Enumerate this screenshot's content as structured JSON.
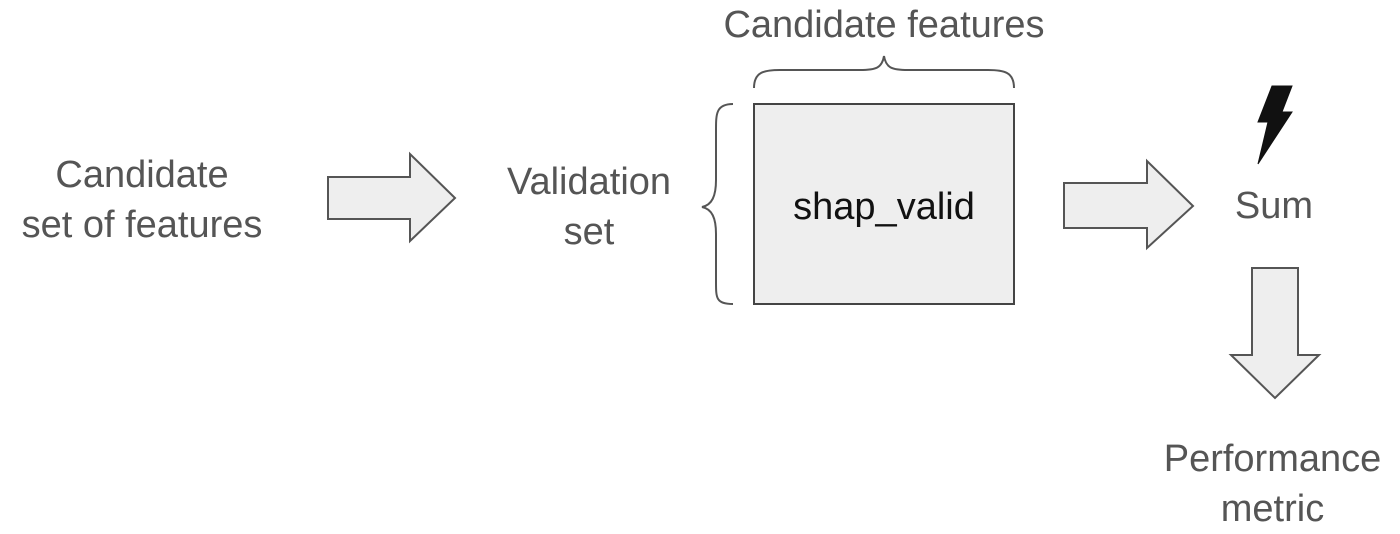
{
  "diagram": {
    "input": {
      "line1": "Candidate",
      "line2": "set of features"
    },
    "validation": {
      "line1": "Validation",
      "line2": "set"
    },
    "columns_label": "Candidate features",
    "box_label": "shap_valid",
    "sum_label": "Sum",
    "output": {
      "line1": "Performance",
      "line2": "metric"
    },
    "lightning_icon": "lightning-icon",
    "colors": {
      "arrow_fill": "#eeeeee",
      "arrow_stroke": "#555555",
      "box_fill": "#eeeeee",
      "box_stroke": "#444444",
      "brace_stroke": "#555555",
      "text": "#555555",
      "lightning": "#111111"
    }
  }
}
